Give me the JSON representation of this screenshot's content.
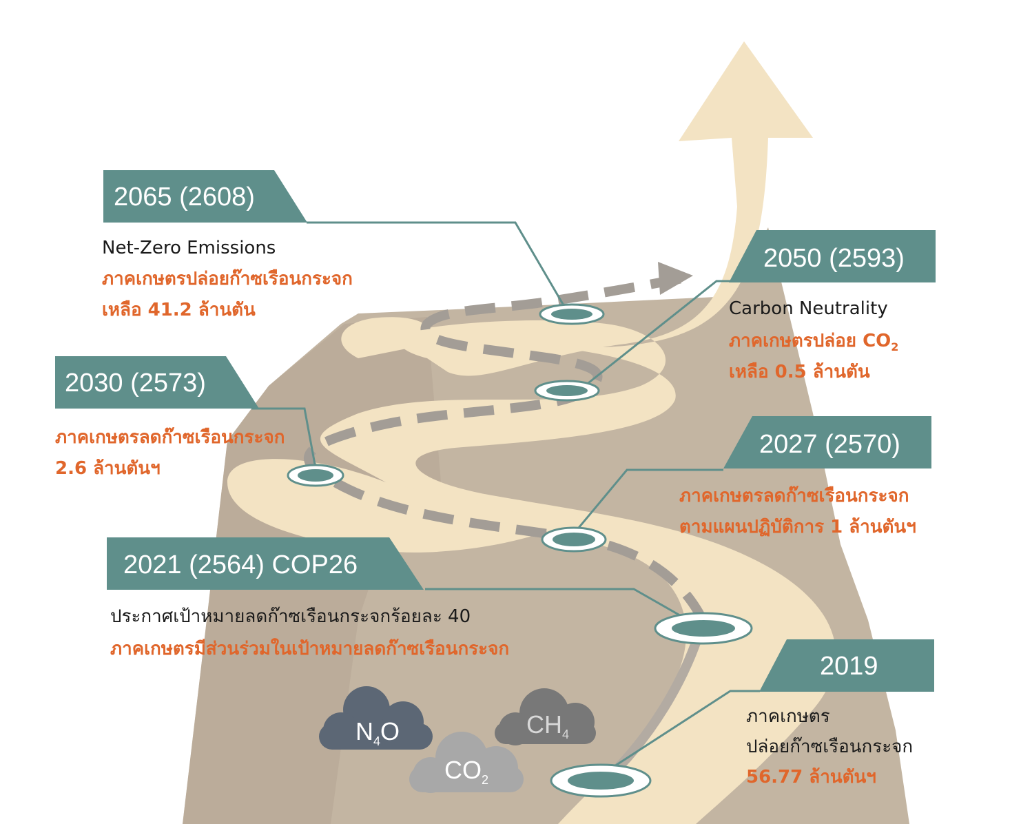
{
  "milestones": {
    "m2065": {
      "year": "2065 (2608)",
      "line1": "Net-Zero Emissions",
      "line2": "ภาคเกษตรปล่อยก๊าซเรือนกระจก",
      "line3": "เหลือ 41.2 ล้านตัน"
    },
    "m2050": {
      "year": "2050 (2593)",
      "line1": "Carbon Neutrality",
      "line2": "ภาคเกษตรปล่อย CO",
      "line2_sub": "2",
      "line3": "เหลือ 0.5 ล้านตัน"
    },
    "m2030": {
      "year": "2030 (2573)",
      "line1": "ภาคเกษตรลดก๊าซเรือนกระจก",
      "line2": "2.6 ล้านตันฯ"
    },
    "m2027": {
      "year": "2027 (2570)",
      "line1": "ภาคเกษตรลดก๊าซเรือนกระจก",
      "line2": "ตามแผนปฏิบัติการ 1 ล้านตันฯ"
    },
    "m2021": {
      "year": "2021 (2564) COP26",
      "line1": "ประกาศเป้าหมายลดก๊าซเรือนกระจกร้อยละ 40",
      "line2": "ภาคเกษตรมีส่วนร่วมในเป้าหมายลดก๊าซเรือนกระจก"
    },
    "m2019": {
      "year": "2019",
      "line1": "ภาคเกษตร",
      "line2": "ปล่อยก๊าซเรือนกระจก",
      "line3": "56.77 ล้านตันฯ"
    }
  },
  "gases": {
    "n2o": {
      "main": "N",
      "sub": "4",
      "tail": "O"
    },
    "ch4": {
      "main": "CH",
      "sub": "4"
    },
    "co2": {
      "main": "CO",
      "sub": "2"
    }
  },
  "colors": {
    "teal": "#5f8f8b",
    "orange": "#e0662b",
    "road": "#f3e3c3",
    "mountain": "#c3b5a2",
    "mountain_dark": "#a89a8a",
    "dash": "#a39d96"
  }
}
